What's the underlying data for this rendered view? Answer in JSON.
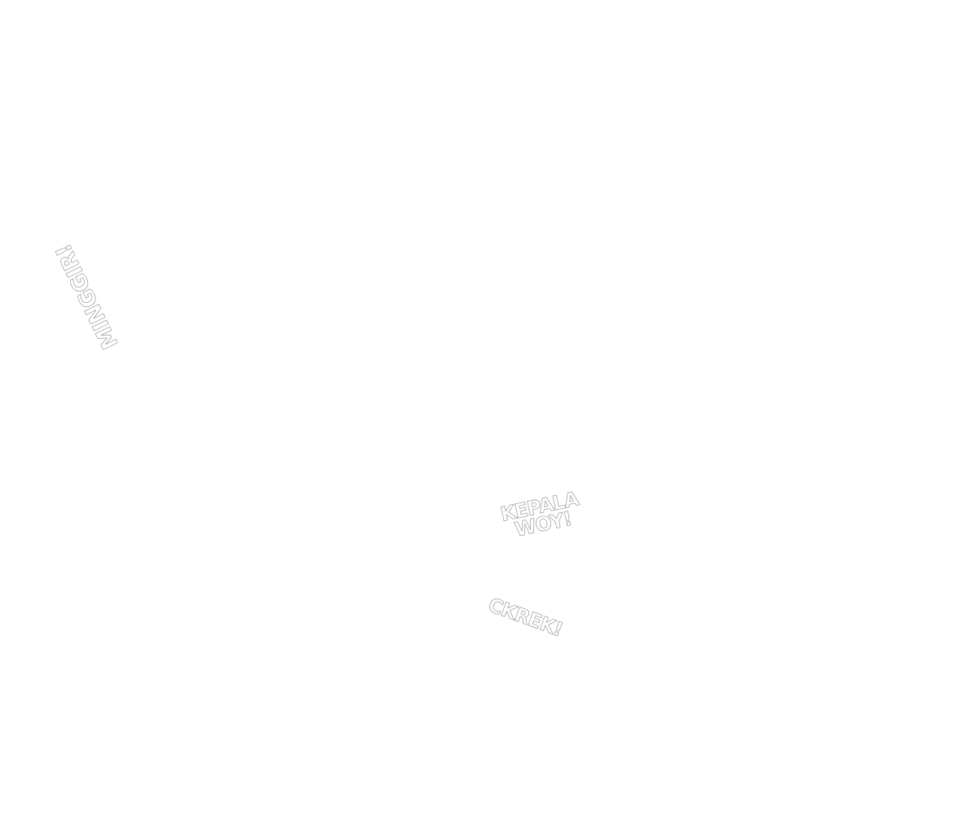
{
  "sound_effects": [
    {
      "text": "MINGGIR!"
    },
    {
      "line1": "KEPALA",
      "line2": "WOY!"
    },
    {
      "text": "CKREK!"
    }
  ]
}
